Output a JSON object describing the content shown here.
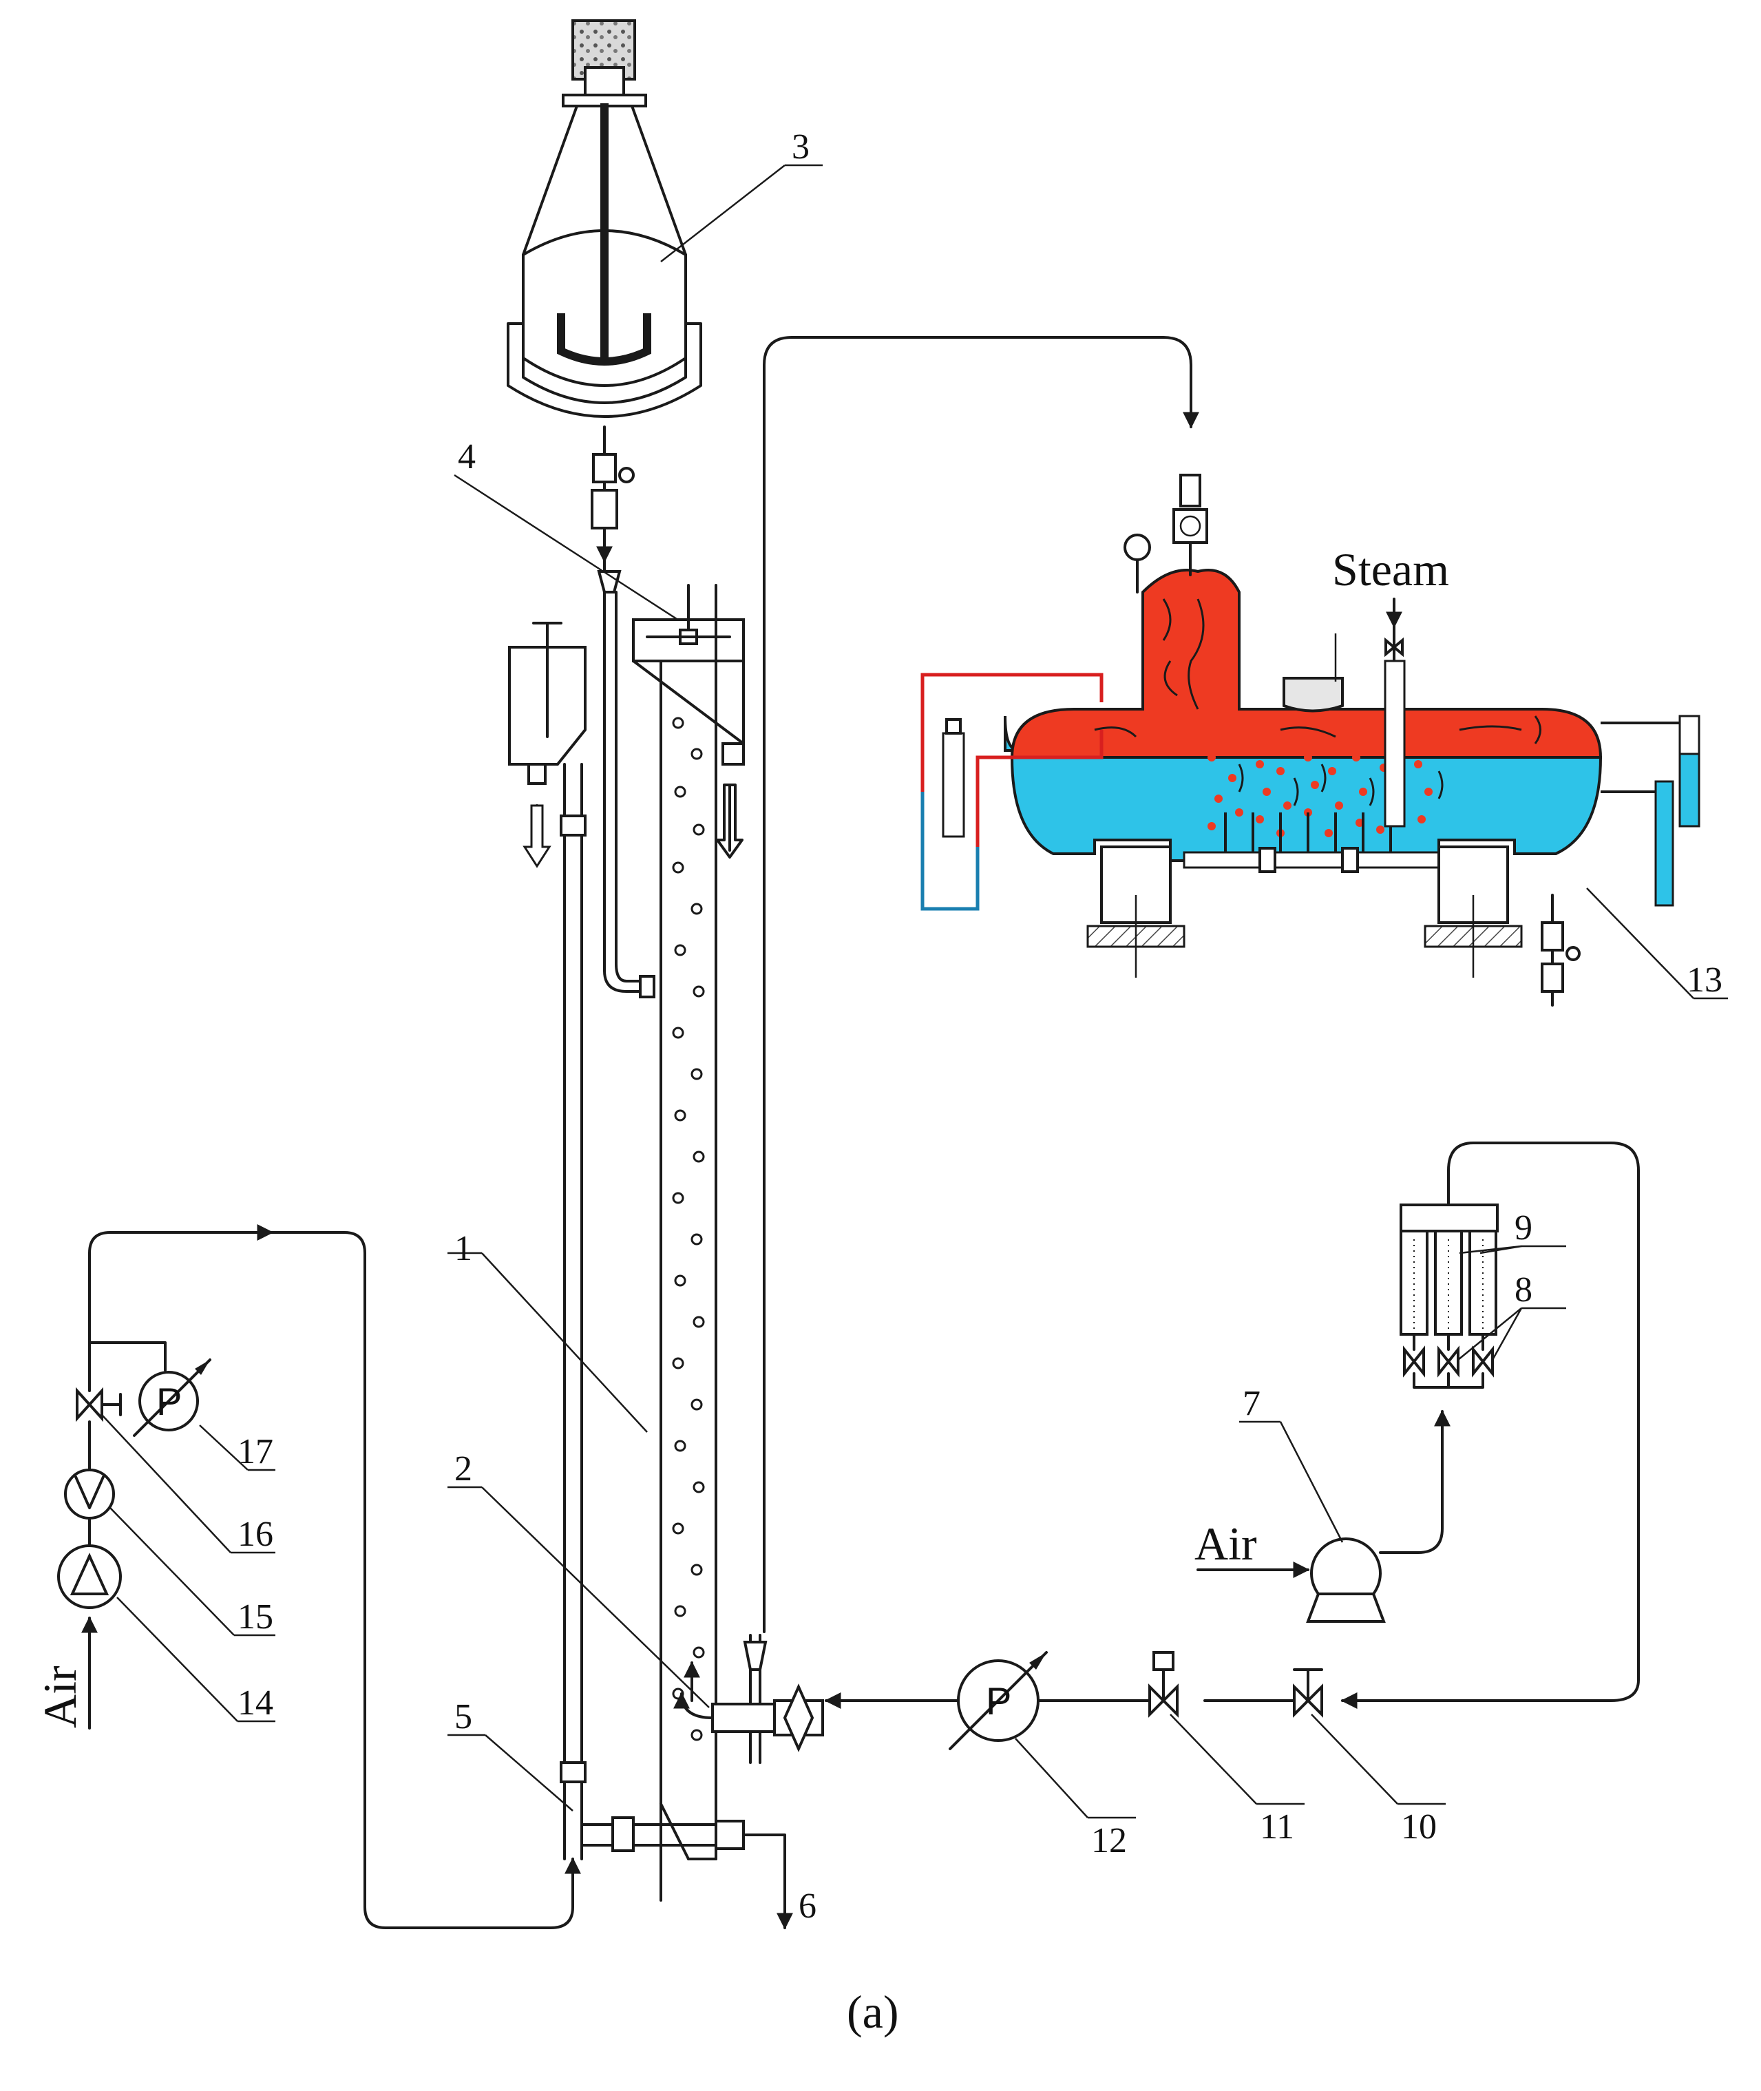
{
  "labels": {
    "n1": "1",
    "n2": "2",
    "n3": "3",
    "n4": "4",
    "n5": "5",
    "n6": "6",
    "n7": "7",
    "n8": "8",
    "n9": "9",
    "n10": "10",
    "n11": "11",
    "n12": "12",
    "n13": "13",
    "n14": "14",
    "n15": "15",
    "n16": "16",
    "n17": "17"
  },
  "text": {
    "steam": "Steam",
    "air_right": "Air",
    "air_left": "Air",
    "pressure_symbol": "P",
    "caption": "(a)"
  },
  "colors": {
    "steam_zone": "#ee3a22",
    "water_zone": "#2ec3e8",
    "line": "#1a1a1a",
    "bubble_dots": "#ee3a22"
  }
}
